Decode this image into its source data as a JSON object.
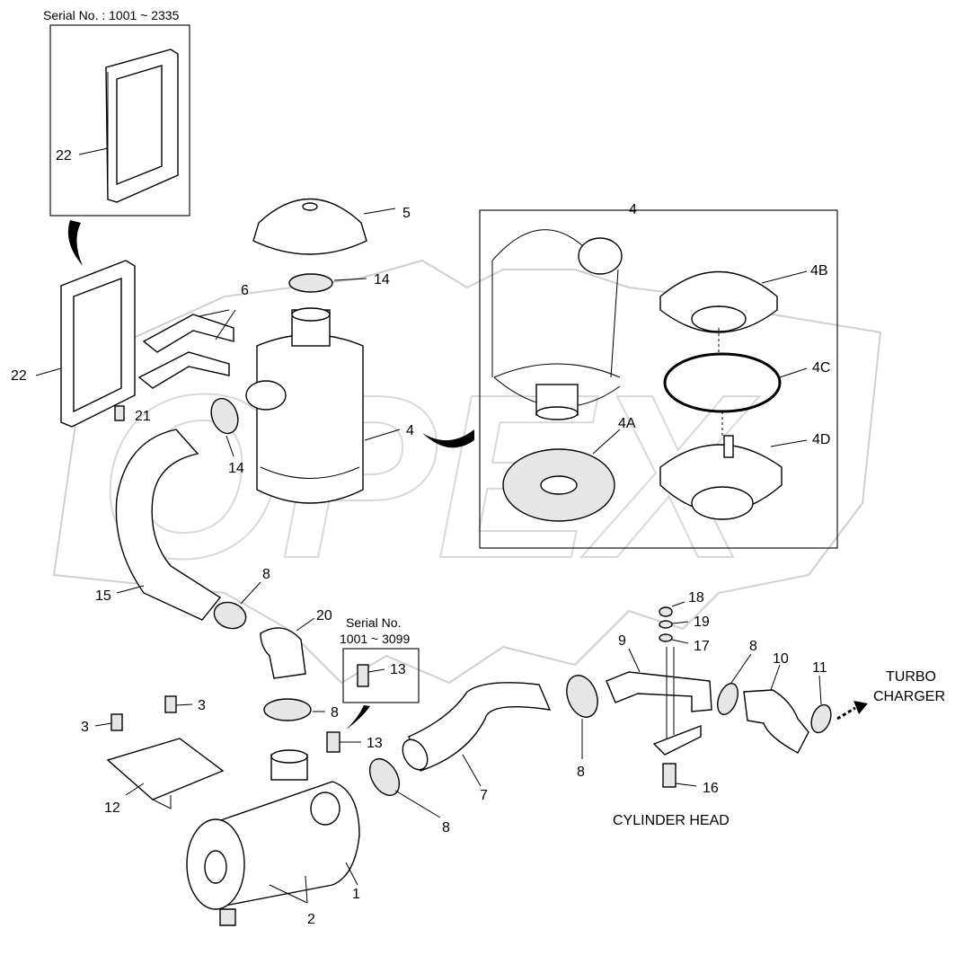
{
  "watermark": "OPEX",
  "serial_box_top": {
    "text": "Serial No. : 1001 ~ 2335"
  },
  "serial_box_mid": {
    "line1": "Serial No.",
    "line2": "1001 ~ 3099"
  },
  "destination": {
    "line1": "TURBO",
    "line2": "CHARGER"
  },
  "cylinder_head": "CYLINDER HEAD",
  "callouts": {
    "c22_top": "22",
    "c22": "22",
    "c21": "21",
    "c5": "5",
    "c14_top": "14",
    "c14_left": "14",
    "c6": "6",
    "c4_main": "4",
    "c4_box": "4",
    "c4a": "4A",
    "c4b": "4B",
    "c4c": "4C",
    "c4d": "4D",
    "c15": "15",
    "c8_a": "8",
    "c20": "20",
    "c13_box": "13",
    "c13": "13",
    "c8_b": "8",
    "c3_a": "3",
    "c3_b": "3",
    "c12": "12",
    "c7": "7",
    "c8_c": "8",
    "c8_d": "8",
    "c9": "9",
    "c18": "18",
    "c19": "19",
    "c17": "17",
    "c8_e": "8",
    "c10": "10",
    "c11": "11",
    "c16": "16",
    "c1": "1",
    "c2": "2"
  }
}
